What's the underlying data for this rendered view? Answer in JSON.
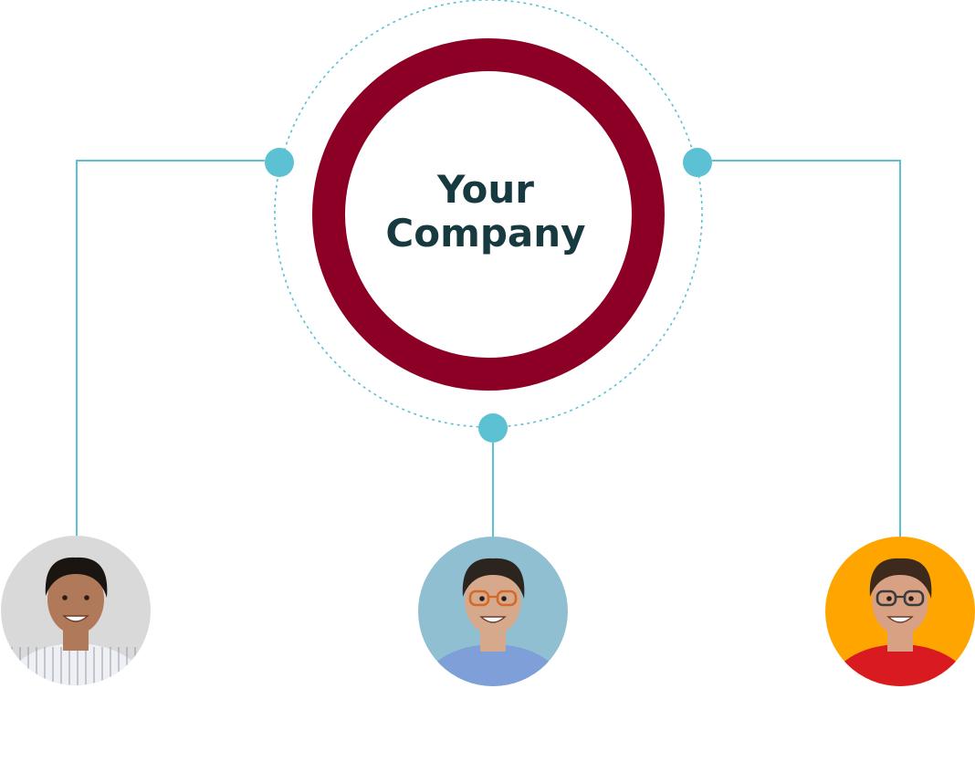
{
  "diagram": {
    "center_title_line1": "Your",
    "center_title_line2": "Company",
    "colors": {
      "ring": "#8c0025",
      "connector": "#5cc1d3",
      "title": "#163a3f",
      "background": "#ffffff"
    },
    "people": [
      {
        "id": "left",
        "portrait": "person-portrait-icon",
        "backdrop": "#d9d9d9",
        "skin": "#b07a5a",
        "hair": "#1b1512",
        "shirt": "#eef0f4",
        "shirt_stripe": "#8a92a4",
        "glasses": false
      },
      {
        "id": "center",
        "portrait": "person-portrait-icon",
        "backdrop": "#8fbfd0",
        "skin": "#d7a98c",
        "hair": "#2c241f",
        "shirt": "#7f9fd9",
        "shirt_stripe": "",
        "glasses": true,
        "glasses_color": "#d46a25"
      },
      {
        "id": "right",
        "portrait": "person-portrait-icon",
        "backdrop": "#ffa500",
        "skin": "#d9a184",
        "hair": "#3e2a1d",
        "shirt": "#d91b21",
        "shirt_stripe": "",
        "glasses": true,
        "glasses_color": "#3b3b3b"
      }
    ]
  }
}
